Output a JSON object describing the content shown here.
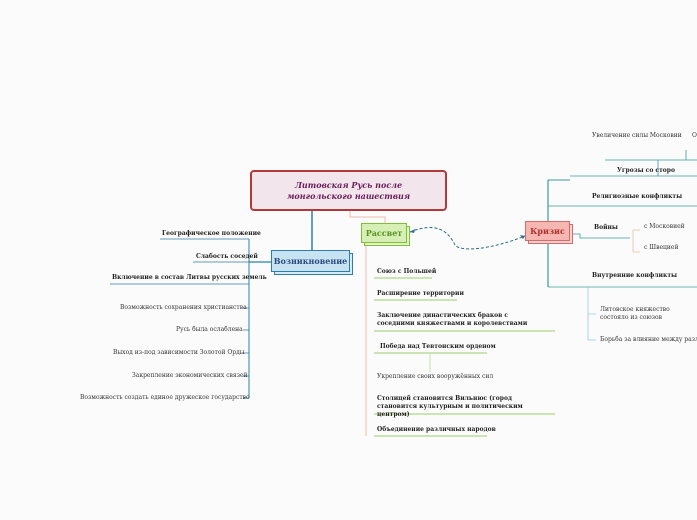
{
  "root": {
    "title": "Литовская Русь после монгольского нашествия"
  },
  "branches": {
    "vozniknovenie": {
      "label": "Возникновение",
      "items": [
        "Географическое положение",
        "Слабость соседей",
        "Включение в состав Литвы русских земель",
        "Возможность сохранения христианства",
        "Русь была ослаблена",
        "Выход из-под зависимости Золотой Орды",
        "Закрепление экономических связей",
        "Возможность создать единое дружеское государство"
      ]
    },
    "rassvet": {
      "label": "Рассвет",
      "items": [
        "Союз с Польшей",
        "Расширение территории",
        "Заключение династических браков с соседними княжествами и королевствами",
        "Победа над Тевтонским орденом",
        "Укрепление своих вооружённых сил",
        "Столицей становится Вильнюс (город становится культурным и политическим центром)",
        "Объединение различных народов"
      ]
    },
    "krizis": {
      "label": "Кризис",
      "items": [
        "Угрозы со сторо",
        "Увеличение силы Московии",
        "О",
        "Религиозные конфликты",
        "Войны",
        "с Московией",
        "с Швецией",
        "Внутренние конфликты",
        "Литовское княжество состояло из союзов",
        "Борьба за влияние между различ"
      ]
    }
  },
  "colors": {
    "root_border": "#b03a3a",
    "vozniknovenie": "#2e7fa8",
    "rassvet": "#7fbf3a",
    "krizis": "#d46a6a",
    "krizis_lines": "#3a9c9c"
  }
}
